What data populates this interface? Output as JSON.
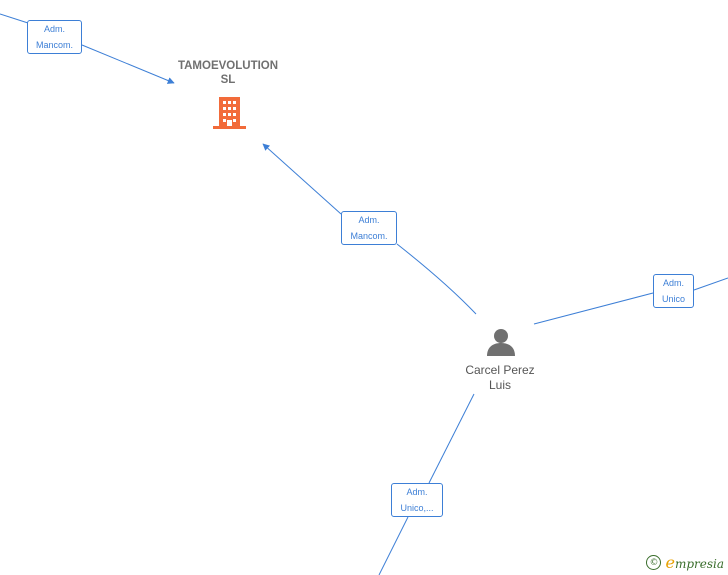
{
  "company": {
    "name_line1": "TAMOEVOLUTION",
    "name_line2": "SL",
    "icon": "building-icon",
    "icon_color": "#f26b3a"
  },
  "person": {
    "name_line1": "Carcel Perez",
    "name_line2": "Luis",
    "icon": "person-icon",
    "icon_color": "#707070"
  },
  "edges": [
    {
      "line1": "Adm.",
      "line2": "Mancom."
    },
    {
      "line1": "Adm.",
      "line2": "Mancom."
    },
    {
      "line1": "Adm.",
      "line2": "Unico"
    },
    {
      "line1": "Adm.",
      "line2": "Unico,..."
    }
  ],
  "edge_color": "#3d7fd6",
  "watermark": {
    "symbol": "©",
    "brand_initial": "e",
    "brand_rest": "mpresia"
  }
}
